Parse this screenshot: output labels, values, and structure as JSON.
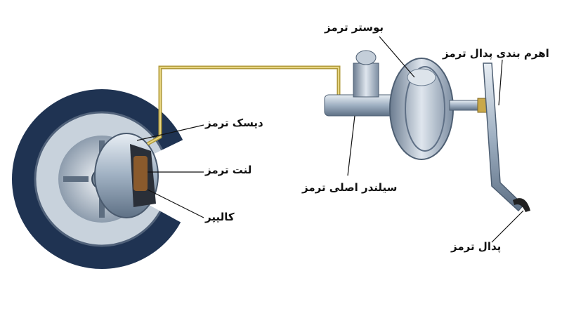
{
  "labels": {
    "booster": "بوستر ترمز",
    "pedal_linkage": "اهرم بندی پدال ترمز",
    "disc": "دیسک ترمز",
    "pad": "لنت ترمز",
    "master_cylinder": "سیلندر اصلی ترمز",
    "caliper": "کالیپر",
    "pedal": "پدال ترمز"
  },
  "colors": {
    "tire": "#1f3352",
    "metal": "#aab8c8",
    "pipe": "#d8c060",
    "pad": "#8a5a2c"
  }
}
